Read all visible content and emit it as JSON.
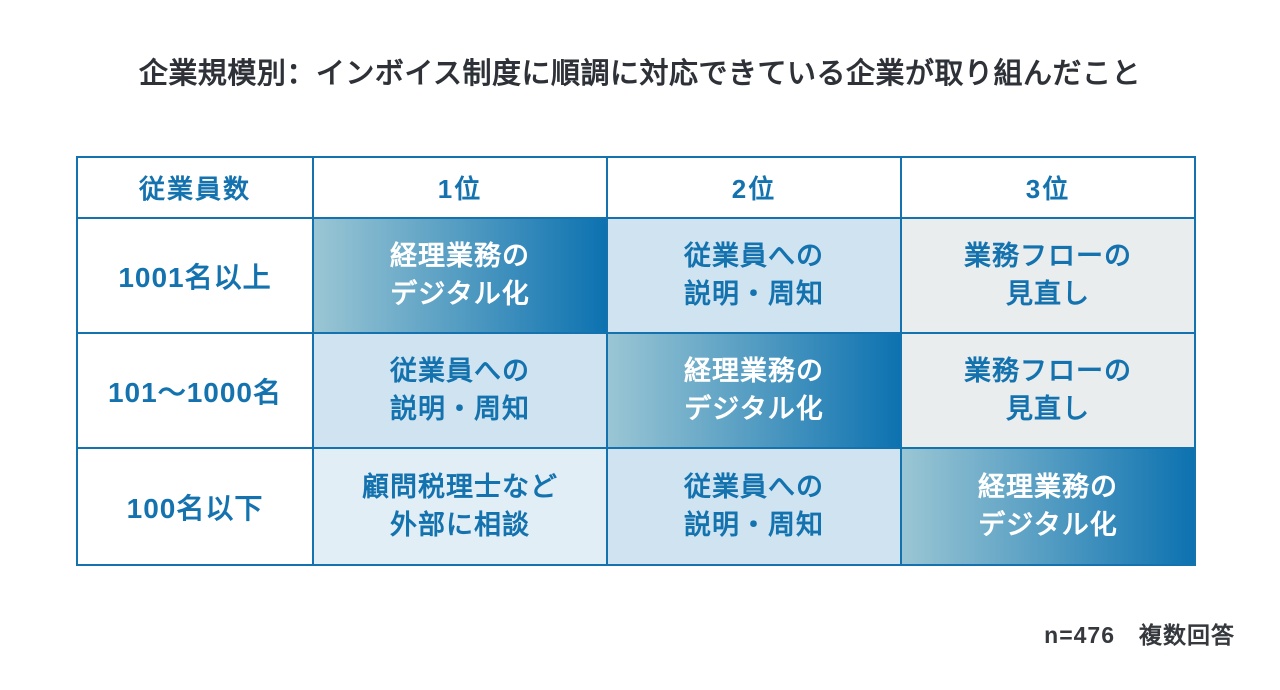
{
  "page": {
    "title": "企業規模別：インボイス制度に順調に対応できている企業が取り組んだこと",
    "footnote": "n=476　複数回答"
  },
  "table": {
    "headers": [
      "従業員数",
      "1位",
      "2位",
      "3位"
    ],
    "rows": [
      {
        "size": "1001名以上",
        "cells": [
          {
            "text": "経理業務の\nデジタル化",
            "style": "gradient"
          },
          {
            "text": "従業員への\n説明・周知",
            "style": "lightblue"
          },
          {
            "text": "業務フローの\n見直し",
            "style": "gray"
          }
        ]
      },
      {
        "size": "101〜1000名",
        "cells": [
          {
            "text": "従業員への\n説明・周知",
            "style": "lightblue"
          },
          {
            "text": "経理業務の\nデジタル化",
            "style": "gradient"
          },
          {
            "text": "業務フローの\n見直し",
            "style": "gray"
          }
        ]
      },
      {
        "size": "100名以下",
        "cells": [
          {
            "text": "顧問税理士など\n外部に相談",
            "style": "paleblue"
          },
          {
            "text": "従業員への\n説明・周知",
            "style": "lightblue"
          },
          {
            "text": "経理業務の\nデジタル化",
            "style": "gradient"
          }
        ]
      }
    ]
  },
  "colors": {
    "accent_blue": "#1473af",
    "cell_gradient_start": "#9ac6d4",
    "cell_gradient_end": "#0d72b0",
    "cell_lightblue": "#cfe4f0",
    "cell_paleblue": "#e2eef5",
    "cell_gray": "#e9edee",
    "title_text": "#2e3238"
  },
  "chart_data": {
    "type": "table",
    "title": "企業規模別：インボイス制度に順調に対応できている企業が取り組んだこと",
    "columns": [
      "従業員数",
      "1位",
      "2位",
      "3位"
    ],
    "rows": [
      [
        "1001名以上",
        "経理業務のデジタル化",
        "従業員への説明・周知",
        "業務フローの見直し"
      ],
      [
        "101〜1000名",
        "従業員への説明・周知",
        "経理業務のデジタル化",
        "業務フローの見直し"
      ],
      [
        "100名以下",
        "顧問税理士など外部に相談",
        "従業員への説明・周知",
        "経理業務のデジタル化"
      ]
    ],
    "note": "n=476　複数回答",
    "legend_by_color": {
      "gradient_blue": "経理業務のデジタル化",
      "light_blue": "従業員への説明・周知",
      "pale_blue": "顧問税理士など外部に相談",
      "light_gray": "業務フローの見直し"
    }
  }
}
